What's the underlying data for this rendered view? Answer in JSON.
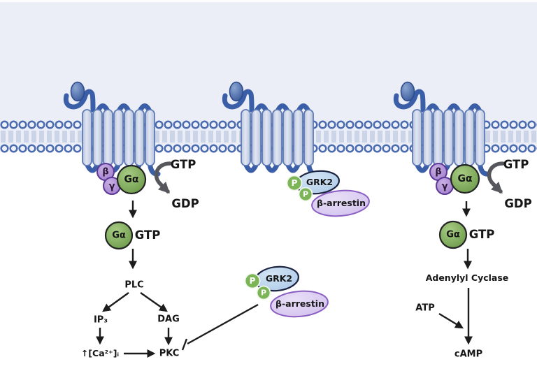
{
  "colors": {
    "extracellular_bg": "#ebeef6",
    "membrane_blue": "#4a6bb0",
    "receptor_fill": "#c8d1e7",
    "loop_dark_blue": "#3a5ea7",
    "g_alpha_green": "#74a24d",
    "beta_gamma_purple": "#a98bd0",
    "grk2_blue": "#bad4ed",
    "b_arrestin_purple": "#d9cbf1",
    "phosphate_green": "#7cb557",
    "arrow_black": "#1c1c1c",
    "gtp_cycle_gray": "#55575c"
  },
  "left_receptor": {
    "beta": "β",
    "gamma": "γ",
    "g_alpha": "Gα",
    "gtp": "GTP",
    "gdp": "GDP"
  },
  "left_pathway": {
    "g_alpha": "Gα",
    "gtp": "GTP",
    "plc": "PLC",
    "ip3": "IP₃",
    "dag": "DAG",
    "calcium": "↑[Ca²⁺]ᵢ",
    "pkc": "PKC"
  },
  "receptor_complex": {
    "p1": "P",
    "p2": "P",
    "grk2": "GRK2",
    "b_arrestin": "β-arrestin"
  },
  "floating_complex": {
    "p1": "P",
    "p2": "P",
    "grk2": "GRK2",
    "b_arrestin": "β-arrestin"
  },
  "right_receptor": {
    "beta": "β",
    "gamma": "γ",
    "g_alpha": "Gα",
    "gtp": "GTP",
    "gdp": "GDP"
  },
  "right_pathway": {
    "g_alpha": "Gα",
    "gtp": "GTP",
    "adenylyl_cyclase": "Adenylyl Cyclase",
    "atp": "ATP",
    "camp": "cAMP"
  }
}
